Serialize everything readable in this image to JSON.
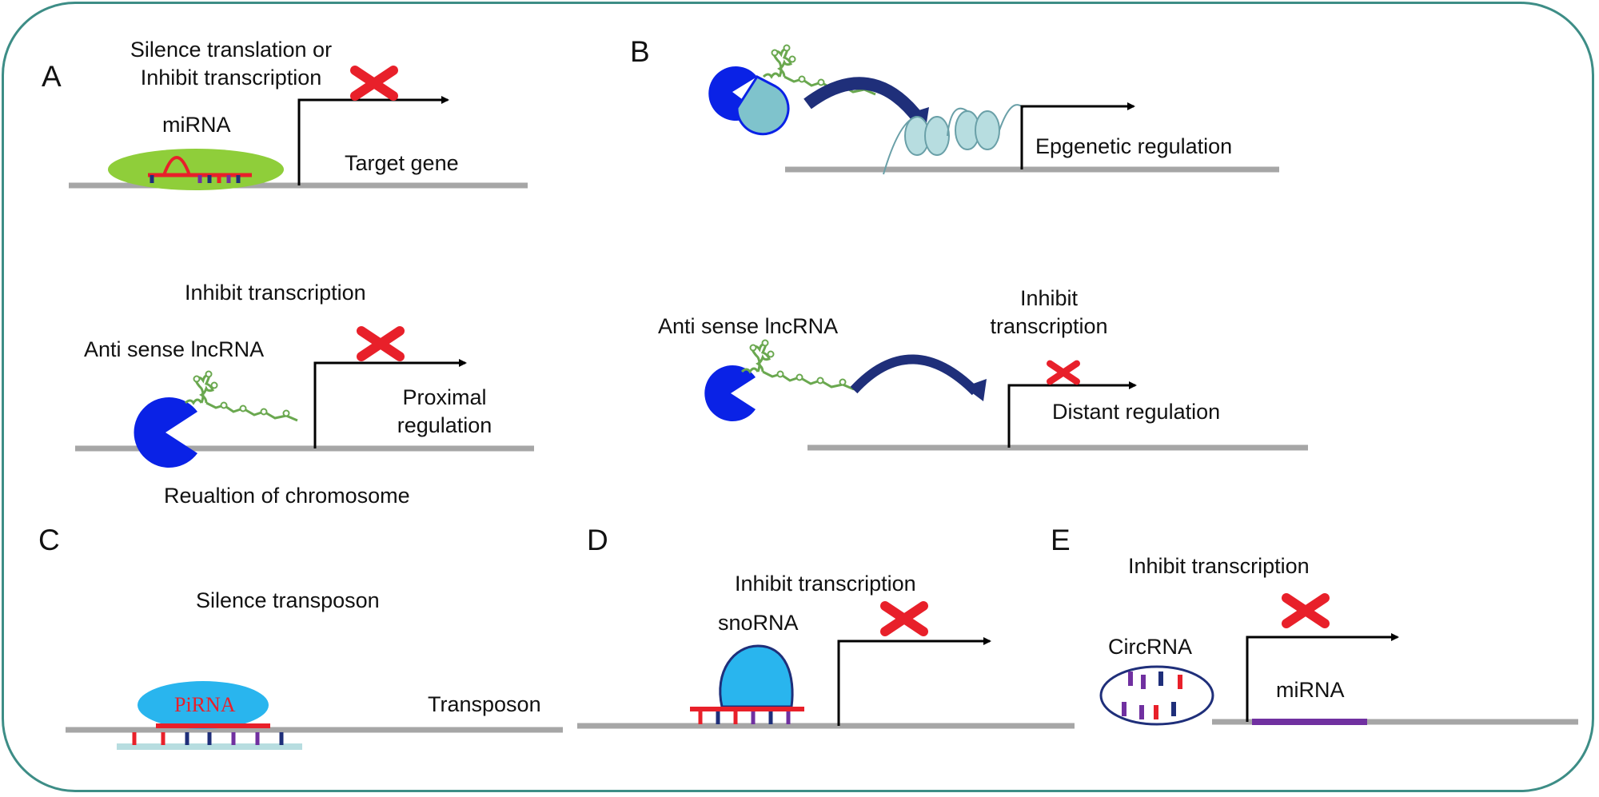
{
  "colors": {
    "frame": "#3d8d86",
    "dna": "#a6a6a6",
    "protein_blue": "#0a22e6",
    "rna_green": "#6aa84f",
    "cross_red": "#e8202a",
    "arrow_navy": "#1f2f7a",
    "nucleosome": "#b7dde0",
    "mirna_bg": "#8fce3a",
    "pirna_cloud": "#29b5ee",
    "snorna_body": "#29b5ee",
    "purple": "#7030a0"
  },
  "panels": {
    "a": {
      "letter": "A",
      "silence_line1": "Silence translation or",
      "silence_line2": "Inhibit transcription",
      "mirna": "miRNA",
      "target_gene": "Target gene",
      "inhibit": "Inhibit transcription",
      "antisense": "Anti sense lncRNA",
      "proximal_line1": "Proximal",
      "proximal_line2": "regulation",
      "chromosome": "Reualtion of chromosome"
    },
    "b": {
      "letter": "B",
      "epigenetic": "Epgenetic regulation",
      "antisense": "Anti sense lncRNA",
      "inhibit_line1": "Inhibit",
      "inhibit_line2": "transcription",
      "distant": "Distant regulation"
    },
    "c": {
      "letter": "C",
      "silence": "Silence transposon",
      "pirna": "PiRNA",
      "transposon": "Transposon"
    },
    "d": {
      "letter": "D",
      "inhibit": "Inhibit transcription",
      "snorna": "snoRNA"
    },
    "e": {
      "letter": "E",
      "inhibit": "Inhibit transcription",
      "circrna": "CircRNA",
      "mirna": "miRNA"
    }
  }
}
